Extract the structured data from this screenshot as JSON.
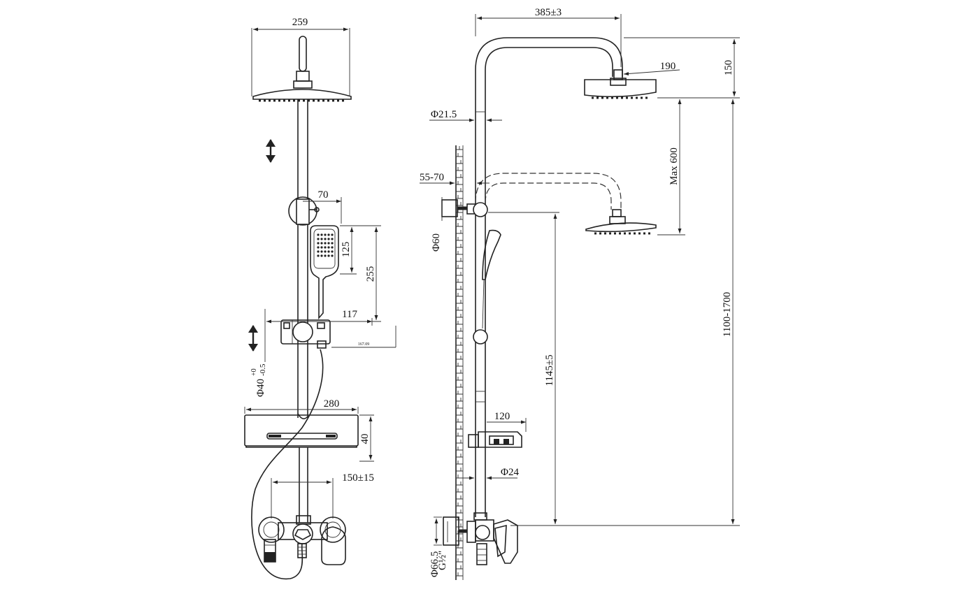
{
  "front_view": {
    "head_width": "259",
    "handle_offset": "70",
    "hand_head_len": "125",
    "hand_total_len": "255",
    "holder_offset": "117",
    "small_note": "167.09",
    "bar_diameter": "Φ40",
    "bar_tol_upper": "+0",
    "bar_tol_lower": "-0.5",
    "shelf_width": "280",
    "shelf_height": "40",
    "mixer_spacing": "150±15"
  },
  "side_view": {
    "arm_reach": "385±3",
    "head_diameter": "190",
    "head_height": "150",
    "pipe_diameter": "Φ21.5",
    "wall_gap": "55-70",
    "flange_diameter": "Φ60",
    "max_travel": "Max 600",
    "total_height": "1100-1700",
    "mixer_to_bracket": "1145±5",
    "shelf_depth": "120",
    "lower_pipe_diameter": "Φ24",
    "escutcheon_diameter": "Φ66.5",
    "thread": "G½\""
  }
}
